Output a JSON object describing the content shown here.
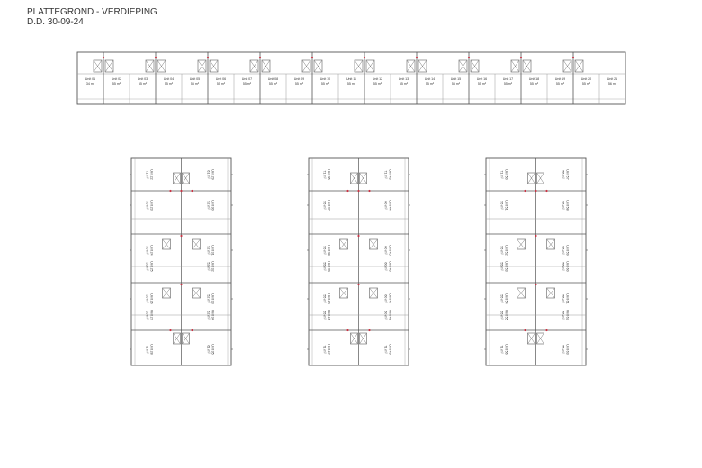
{
  "title": "PLATTEGROND - VERDIEPING",
  "date": "D.D. 30-09-24",
  "colors": {
    "wall": "#555555",
    "grid": "#9a9a9a",
    "lift": "#777777",
    "marker": "#cc3344",
    "text": "#333333"
  },
  "top_block": {
    "units": [
      {
        "name": "Unit 01",
        "area": "34 m²"
      },
      {
        "name": "Unit 02",
        "area": "55 m²"
      },
      {
        "name": "Unit 03",
        "area": "55 m²"
      },
      {
        "name": "Unit 04",
        "area": "55 m²"
      },
      {
        "name": "Unit 05",
        "area": "55 m²"
      },
      {
        "name": "Unit 06",
        "area": "55 m²"
      },
      {
        "name": "Unit 07",
        "area": "55 m²"
      },
      {
        "name": "Unit 08",
        "area": "55 m²"
      },
      {
        "name": "Unit 09",
        "area": "55 m²"
      },
      {
        "name": "Unit 10",
        "area": "55 m²"
      },
      {
        "name": "Unit 11",
        "area": "55 m²"
      },
      {
        "name": "Unit 12",
        "area": "55 m²"
      },
      {
        "name": "Unit 13",
        "area": "55 m²"
      },
      {
        "name": "Unit 14",
        "area": "55 m²"
      },
      {
        "name": "Unit 15",
        "area": "55 m²"
      },
      {
        "name": "Unit 16",
        "area": "55 m²"
      },
      {
        "name": "Unit 17",
        "area": "55 m²"
      },
      {
        "name": "Unit 18",
        "area": "55 m²"
      },
      {
        "name": "Unit 19",
        "area": "55 m²"
      },
      {
        "name": "Unit 20",
        "area": "55 m²"
      },
      {
        "name": "Unit 21",
        "area": "56 m²"
      }
    ]
  },
  "blocks": [
    {
      "name": "block-a",
      "left_units": [
        {
          "name": "Unit 22",
          "area": "71 m²"
        },
        {
          "name": "Unit 23",
          "area": "55 m²"
        },
        {
          "name": "Unit 24",
          "area": "55 m²"
        },
        {
          "name": "Unit 25",
          "area": "55 m²"
        },
        {
          "name": "Unit 26",
          "area": "55 m²"
        },
        {
          "name": "Unit 27",
          "area": "55 m²"
        },
        {
          "name": "Unit 28",
          "area": "71 m²"
        }
      ],
      "right_units": [
        {
          "name": "Unit 29",
          "area": "61 m²"
        },
        {
          "name": "Unit 30",
          "area": "52 m²"
        },
        {
          "name": "Unit 31",
          "area": "52 m²"
        },
        {
          "name": "Unit 32",
          "area": "52 m²"
        },
        {
          "name": "Unit 33",
          "area": "52 m²"
        },
        {
          "name": "Unit 34",
          "area": "52 m²"
        },
        {
          "name": "Unit 35",
          "area": "61 m²"
        }
      ]
    },
    {
      "name": "block-b",
      "left_units": [
        {
          "name": "Unit 36",
          "area": "71 m²"
        },
        {
          "name": "Unit 37",
          "area": "55 m²"
        },
        {
          "name": "Unit 38",
          "area": "55 m²"
        },
        {
          "name": "Unit 39",
          "area": "55 m²"
        },
        {
          "name": "Unit 40",
          "area": "55 m²"
        },
        {
          "name": "Unit 41",
          "area": "55 m²"
        },
        {
          "name": "Unit 42",
          "area": "71 m²"
        }
      ],
      "right_units": [
        {
          "name": "Unit 43",
          "area": "71 m²"
        },
        {
          "name": "Unit 44",
          "area": "60 m²"
        },
        {
          "name": "Unit 45",
          "area": "60 m²"
        },
        {
          "name": "Unit 46",
          "area": "60 m²"
        },
        {
          "name": "Unit 47",
          "area": "60 m²"
        },
        {
          "name": "Unit 48",
          "area": "60 m²"
        },
        {
          "name": "Unit 49",
          "area": "71 m²"
        }
      ]
    },
    {
      "name": "block-c",
      "left_units": [
        {
          "name": "Unit 50",
          "area": "71 m²"
        },
        {
          "name": "Unit 51",
          "area": "55 m²"
        },
        {
          "name": "Unit 52",
          "area": "55 m²"
        },
        {
          "name": "Unit 53",
          "area": "55 m²"
        },
        {
          "name": "Unit 54",
          "area": "55 m²"
        },
        {
          "name": "Unit 55",
          "area": "55 m²"
        },
        {
          "name": "Unit 56",
          "area": "71 m²"
        }
      ],
      "right_units": [
        {
          "name": "Unit 57",
          "area": "55 m²"
        },
        {
          "name": "Unit 58",
          "area": "55 m²"
        },
        {
          "name": "Unit 59",
          "area": "55 m²"
        },
        {
          "name": "Unit 60",
          "area": "55 m²"
        },
        {
          "name": "Unit 61",
          "area": "55 m²"
        },
        {
          "name": "Unit 62",
          "area": "55 m²"
        },
        {
          "name": "Unit 63",
          "area": "55 m²"
        }
      ]
    }
  ]
}
